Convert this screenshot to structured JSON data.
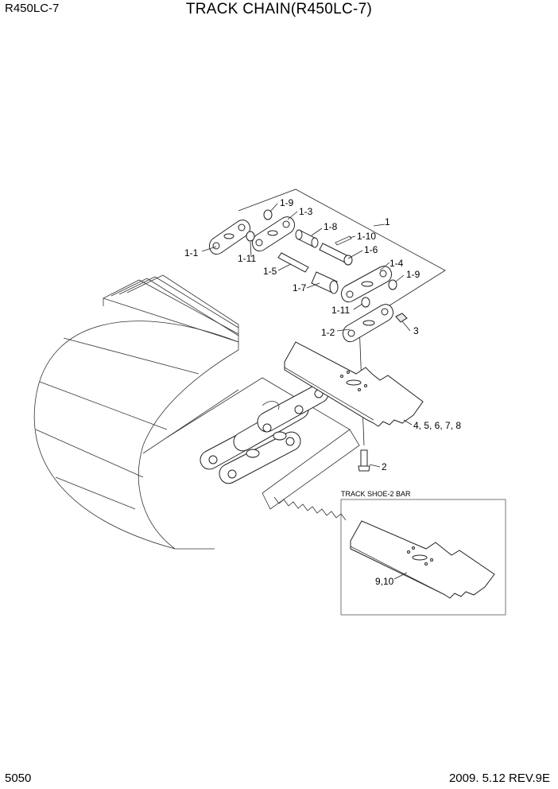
{
  "header": {
    "model": "R450LC-7",
    "title": "TRACK CHAIN(R450LC-7)"
  },
  "footer": {
    "page_number": "5050",
    "revision": "2009. 5.12  REV.9E"
  },
  "callouts": {
    "c1": "1",
    "c1_1": "1-1",
    "c1_2": "1-2",
    "c1_3": "1-3",
    "c1_4": "1-4",
    "c1_5": "1-5",
    "c1_6": "1-6",
    "c1_7": "1-7",
    "c1_8": "1-8",
    "c1_9a": "1-9",
    "c1_9b": "1-9",
    "c1_10": "1-10",
    "c1_11a": "1-11",
    "c1_11b": "1-11",
    "c2": "2",
    "c3": "3",
    "c4_8": "4, 5, 6, 7, 8",
    "c9_10": "9,10"
  },
  "inset": {
    "title": "TRACK SHOE-2 BAR"
  }
}
